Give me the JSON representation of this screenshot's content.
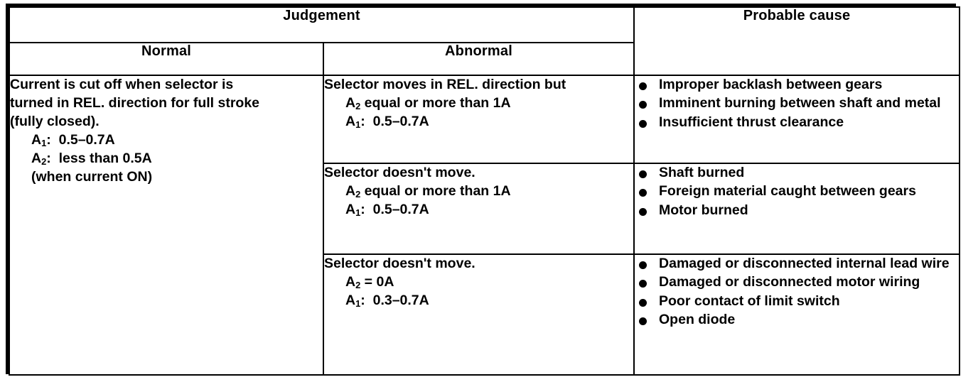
{
  "table": {
    "headers": {
      "judgement": "Judgement",
      "normal": "Normal",
      "abnormal": "Abnormal",
      "probable_cause": "Probable  cause"
    },
    "normal_cell": {
      "lines": [
        "Current is cut off when selector is",
        "turned in REL. direction for full stroke",
        "(fully closed)."
      ],
      "measurements": [
        {
          "label": "A",
          "sub": "1",
          "sep": ":",
          "value": "0.5–0.7A"
        },
        {
          "label": "A",
          "sub": "2",
          "sep": ":",
          "value": "less than 0.5A"
        }
      ],
      "note": "(when current ON)"
    },
    "rows": [
      {
        "abnormal": {
          "lines": [
            "Selector moves in REL. direction but"
          ],
          "measurements": [
            {
              "label": "A",
              "sub": "2",
              "sep": "",
              "value": "equal or more than 1A"
            },
            {
              "label": "A",
              "sub": "1",
              "sep": ":",
              "value": "0.5–0.7A"
            }
          ]
        },
        "causes": [
          "Improper backlash between gears",
          "Imminent burning between shaft and metal",
          "Insufficient thrust clearance"
        ]
      },
      {
        "abnormal": {
          "lines": [
            "Selector doesn't move."
          ],
          "measurements": [
            {
              "label": "A",
              "sub": "2",
              "sep": "",
              "value": "equal or more than 1A"
            },
            {
              "label": "A",
              "sub": "1",
              "sep": ":",
              "value": "0.5–0.7A"
            }
          ]
        },
        "causes": [
          "Shaft burned",
          "Foreign material caught between gears",
          "Motor burned"
        ]
      },
      {
        "abnormal": {
          "lines": [
            "Selector doesn't move."
          ],
          "measurements": [
            {
              "label": "A",
              "sub": "2",
              "sep": "=",
              "value": "0A"
            },
            {
              "label": "A",
              "sub": "1",
              "sep": ":",
              "value": "0.3–0.7A"
            }
          ]
        },
        "causes": [
          "Damaged or disconnected internal lead wire",
          "Damaged or disconnected motor wiring",
          "Poor contact of limit switch",
          "Open diode"
        ]
      }
    ]
  },
  "colors": {
    "ink": "#000000",
    "paper": "#ffffff"
  }
}
